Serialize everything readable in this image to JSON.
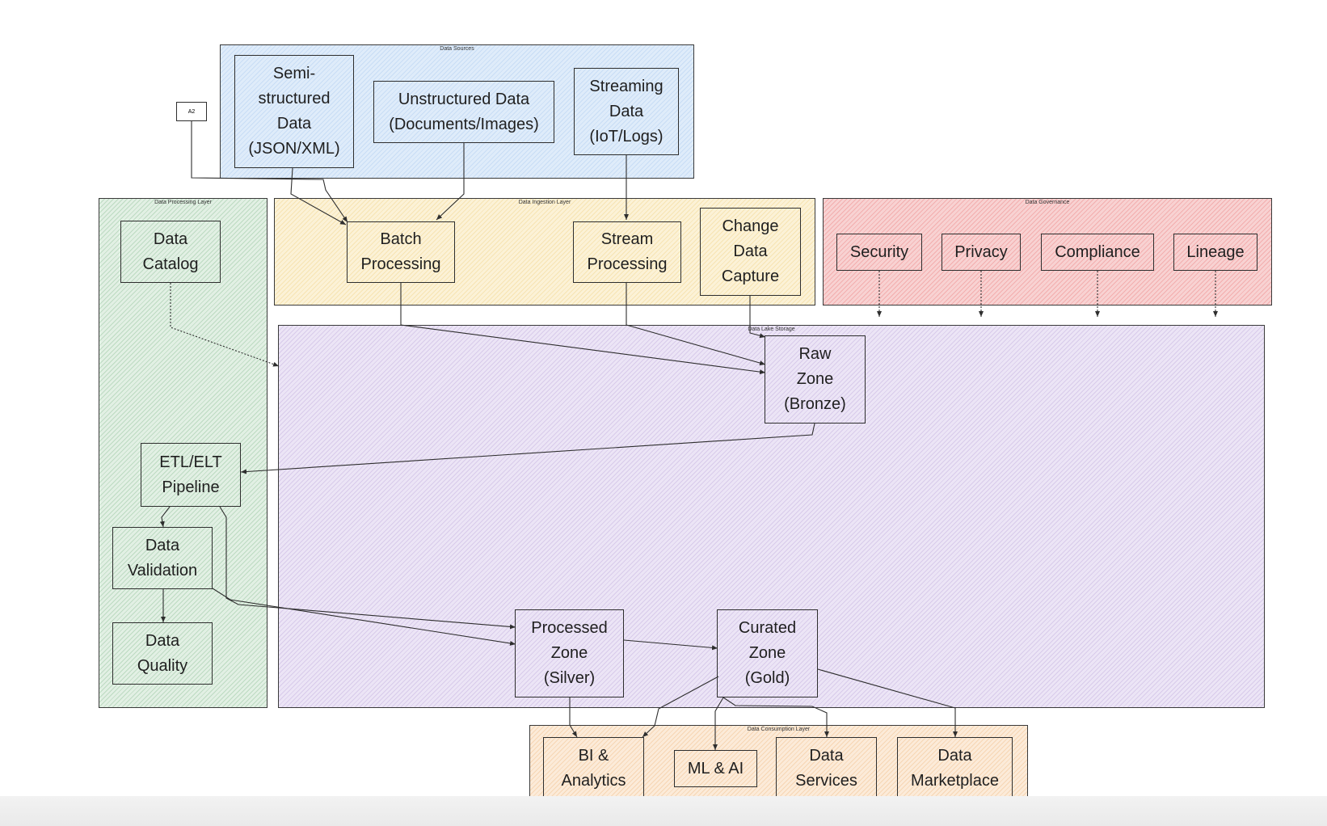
{
  "diagram": {
    "groups": [
      {
        "id": "sources",
        "title": "Data Sources",
        "fill": "#e9f2fc"
      },
      {
        "id": "ingestion",
        "title": "Data Ingestion Layer",
        "fill": "#fdf6e2"
      },
      {
        "id": "governance",
        "title": "Data Governance",
        "fill": "#fbe4e4"
      },
      {
        "id": "processing",
        "title": "Data Processing Layer",
        "fill": "#edf6ee"
      },
      {
        "id": "storage",
        "title": "Data Lake Storage",
        "fill": "#f3eefa"
      },
      {
        "id": "consumption",
        "title": "Data Consumption Layer",
        "fill": "#fdf1e4"
      }
    ],
    "nodes": {
      "semi": "Semi-\nstructured\nData\n(JSON/XML)",
      "unstructured": "Unstructured Data\n(Documents/Images)",
      "streaming": "Streaming\nData\n(IoT/Logs)",
      "a2": "A2",
      "batch": "Batch\nProcessing",
      "stream": "Stream\nProcessing",
      "cdc": "Change\nData\nCapture",
      "security": "Security",
      "privacy": "Privacy",
      "compliance": "Compliance",
      "lineage": "Lineage",
      "catalog": "Data\nCatalog",
      "etl": "ETL/ELT\nPipeline",
      "validation": "Data\nValidation",
      "quality": "Data\nQuality",
      "raw": "Raw\nZone\n(Bronze)",
      "processed": "Processed\nZone\n(Silver)",
      "curated": "Curated\nZone\n(Gold)",
      "bi": "BI &\nAnalytics",
      "ml": "ML & AI",
      "services": "Data\nServices",
      "marketplace": "Data\nMarketplace"
    },
    "edges": [
      {
        "from": "a2",
        "to": "batch",
        "style": "solid"
      },
      {
        "from": "semi",
        "to": "batch",
        "style": "solid"
      },
      {
        "from": "unstructured",
        "to": "batch",
        "style": "solid"
      },
      {
        "from": "streaming",
        "to": "stream",
        "style": "solid"
      },
      {
        "from": "batch",
        "to": "raw",
        "style": "solid"
      },
      {
        "from": "stream",
        "to": "raw",
        "style": "solid"
      },
      {
        "from": "cdc",
        "to": "raw",
        "style": "solid"
      },
      {
        "from": "catalog",
        "to": "storage",
        "style": "dotted"
      },
      {
        "from": "security",
        "to": "storage",
        "style": "dotted"
      },
      {
        "from": "privacy",
        "to": "storage",
        "style": "dotted"
      },
      {
        "from": "compliance",
        "to": "storage",
        "style": "dotted"
      },
      {
        "from": "lineage",
        "to": "storage",
        "style": "dotted"
      },
      {
        "from": "raw",
        "to": "etl",
        "style": "solid"
      },
      {
        "from": "etl",
        "to": "validation",
        "style": "solid"
      },
      {
        "from": "validation",
        "to": "quality",
        "style": "solid"
      },
      {
        "from": "validation",
        "to": "processed",
        "style": "solid"
      },
      {
        "from": "etl",
        "to": "processed",
        "style": "solid"
      },
      {
        "from": "processed",
        "to": "curated",
        "style": "solid"
      },
      {
        "from": "processed",
        "to": "bi",
        "style": "solid"
      },
      {
        "from": "curated",
        "to": "bi",
        "style": "solid"
      },
      {
        "from": "curated",
        "to": "ml",
        "style": "solid"
      },
      {
        "from": "curated",
        "to": "services",
        "style": "solid"
      },
      {
        "from": "curated",
        "to": "marketplace",
        "style": "solid"
      }
    ]
  },
  "colors": {
    "stroke": "#2e2e2e",
    "text": "#1f1f1f"
  }
}
